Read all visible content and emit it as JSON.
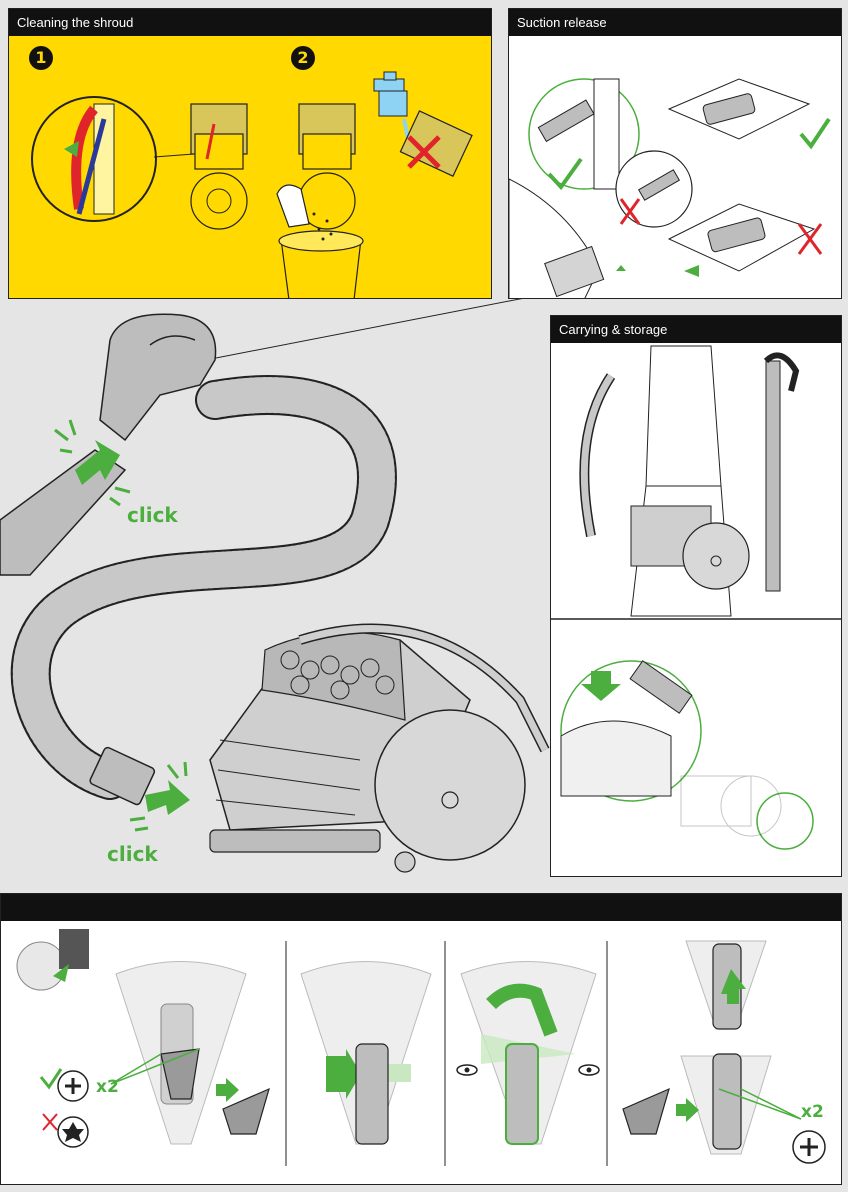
{
  "panels": {
    "shroud": {
      "title": "Cleaning the shroud",
      "steps": [
        "1",
        "2"
      ]
    },
    "suction": {
      "title": "Suction release"
    },
    "carry": {
      "title": "Carrying & storage"
    },
    "bottom": {
      "title": ""
    }
  },
  "main": {
    "click_top": "click",
    "click_bottom": "click"
  },
  "bottom": {
    "qty_a": "x2",
    "qty_b": "x2"
  },
  "colors": {
    "yellow": "#ffd900",
    "green": "#4cae3f",
    "red": "#e0242b",
    "black": "#111111",
    "grey": "#d4d4d4"
  },
  "icons": [
    "screwdriver-icon",
    "check-icon",
    "cross-icon",
    "eye-icon",
    "tap-icon",
    "arrow-icon",
    "phillips-screw-icon",
    "torx-screw-icon"
  ]
}
